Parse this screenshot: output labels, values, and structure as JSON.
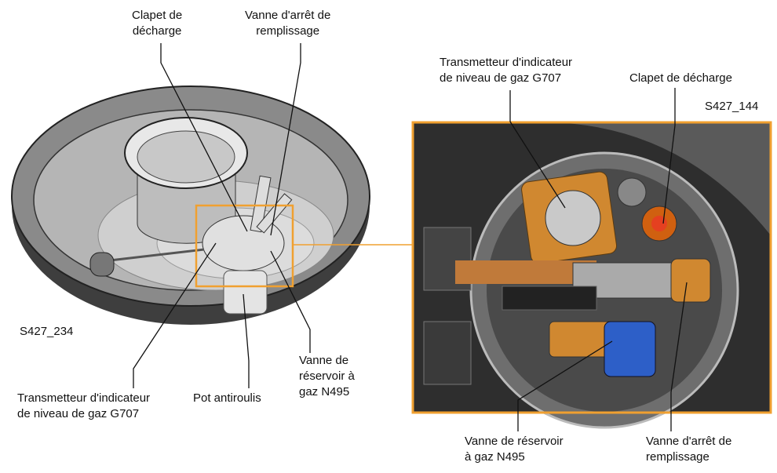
{
  "overview": {
    "figure_id": "S427_234",
    "labels": {
      "relief_valve": [
        "Clapet de",
        "décharge"
      ],
      "fill_shutoff_valve": [
        "Vanne d'arrêt de",
        "remplissage"
      ],
      "level_sender": [
        "Transmetteur d'indicateur",
        "de niveau de gaz G707"
      ],
      "anti_surge_pot": [
        "Pot antiroulis"
      ],
      "tank_valve": [
        "Vanne de",
        "réservoir à",
        "gaz N495"
      ]
    }
  },
  "detail": {
    "figure_id": "S427_144",
    "labels": {
      "level_sender": [
        "Transmetteur d'indicateur",
        "de niveau de gaz G707"
      ],
      "relief_valve": [
        "Clapet de décharge"
      ],
      "tank_valve": [
        "Vanne de réservoir",
        "à gaz N495"
      ],
      "fill_shutoff_valve": [
        "Vanne d'arrêt de",
        "remplissage"
      ]
    }
  },
  "colors": {
    "highlight": "#f0a030",
    "leader": "#111111"
  }
}
